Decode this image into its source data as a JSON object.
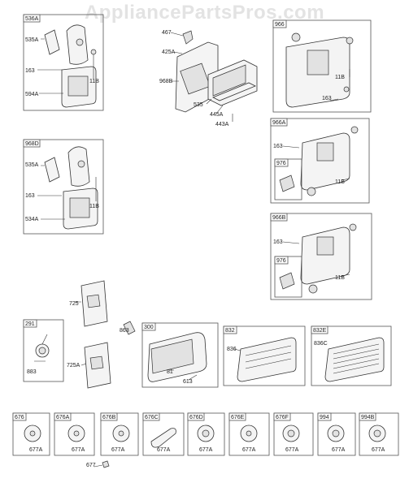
{
  "watermark": "AppliancePartsPros.com",
  "colors": {
    "line": "#333333",
    "box": "#555555",
    "watermark": "#e3e3e3"
  },
  "labels": {
    "g536A": "536A",
    "l535A_1": "535A",
    "l163_1": "163",
    "l11B_1": "11B",
    "l594A": "594A",
    "l467": "467",
    "l425A": "425A",
    "l968B": "968B",
    "l535": "535",
    "l445A": "445A",
    "l443A": "443A",
    "g966": "966",
    "l11B_2": "11B",
    "l163_2": "163",
    "g966A": "966A",
    "l163_3": "163",
    "g976_1": "976",
    "l11B_3": "11B",
    "g968D": "968D",
    "l535A_2": "535A",
    "l163_4": "163",
    "l534A": "534A",
    "l11B_4": "11B",
    "g966B": "966B",
    "l163_5": "163",
    "g976_2": "976",
    "l11B_5": "11B",
    "l725": "725",
    "l725A": "725A",
    "g291": "291",
    "l883": "883",
    "l863": "863",
    "g300": "300",
    "l81": "81",
    "l613": "613",
    "g832": "832",
    "l836": "836",
    "g832E": "832E",
    "l836C": "836C",
    "g676": "676",
    "l677A_1": "677A",
    "g676A": "676A",
    "l677A_2": "677A",
    "g676B": "676B",
    "l677A_3": "677A",
    "g676C": "676C",
    "l677A_4": "677A",
    "g676D": "676D",
    "l677A_5": "677A",
    "g676E": "676E",
    "l677A_6": "677A",
    "g676F": "676F",
    "l677A_7": "677A",
    "g994": "994",
    "l677A_8": "677A",
    "g994B": "994B",
    "l677A_9": "677A",
    "l677": "677"
  }
}
